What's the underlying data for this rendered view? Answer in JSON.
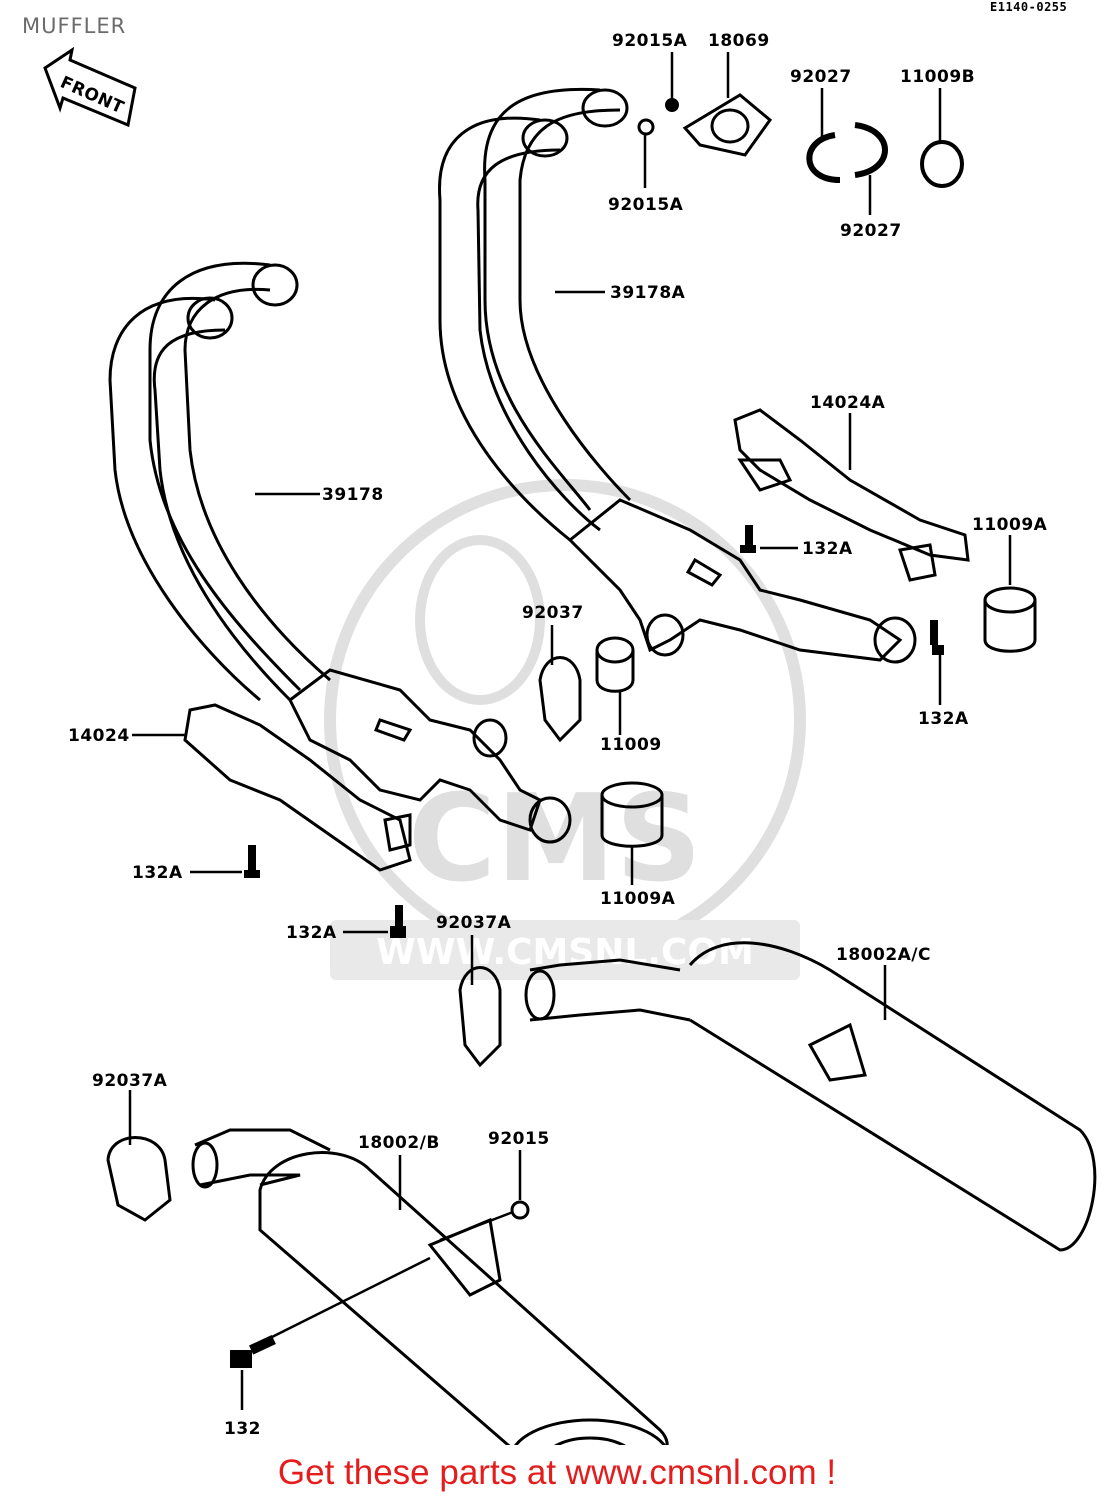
{
  "page": {
    "title": "MUFFLER",
    "diagram_code": "E1140-0255",
    "front_arrow_text": "FRONT",
    "cta_text": "Get these parts at www.cmsnl.com !"
  },
  "watermark": {
    "brand": "CMS",
    "url": "WWW.CMSNL.COM"
  },
  "callouts": {
    "p92015a_top": "92015A",
    "p18069": "18069",
    "p92027_top": "92027",
    "p11009b": "11009B",
    "p92015a_bottom": "92015A",
    "p92027_bottom": "92027",
    "p39178a": "39178A",
    "p14024a": "14024A",
    "p11009a_right": "11009A",
    "p132a_right_upper": "132A",
    "p132a_right_lower": "132A",
    "p39178": "39178",
    "p92037": "92037",
    "p11009": "11009",
    "p14024": "14024",
    "p11009a_mid": "11009A",
    "p132a_left_upper": "132A",
    "p132a_left_lower": "132A",
    "p92037a_mid": "92037A",
    "p18002ac": "18002A/C",
    "p92037a_left": "92037A",
    "p18002b": "18002/B",
    "p92015": "92015",
    "p132": "132"
  }
}
